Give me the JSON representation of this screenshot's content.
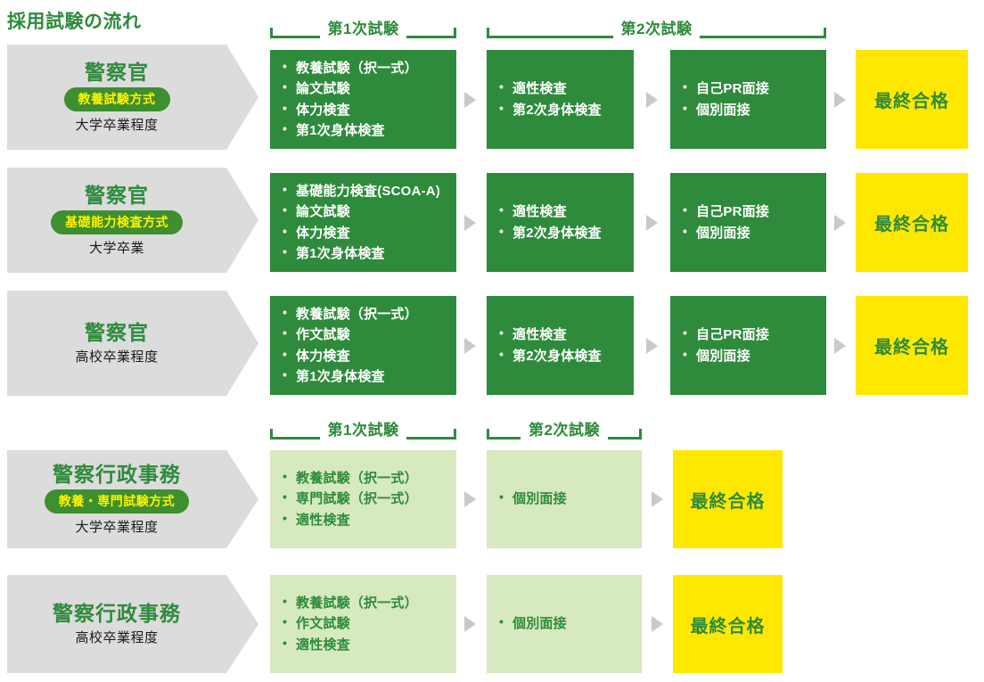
{
  "title": "採用試験の流れ",
  "colors": {
    "green": "#2e8b3c",
    "light_green": "#d6e9bf",
    "yellow": "#ffe800",
    "badge_green": "#3d8f2f",
    "badge_text": "#fff200",
    "gray": "#dcdcdc",
    "arrow_gray": "#c9c9c9"
  },
  "brackets": {
    "stage1": "第1次試験",
    "stage2": "第2次試験"
  },
  "final_label": "最終合格",
  "rows": [
    {
      "category": "警察官",
      "badge": "教養試験方式",
      "level": "大学卒業程度",
      "stage1": [
        "教養試験（択一式）",
        "論文試験",
        "体力検査",
        "第1次身体検査"
      ],
      "stage2a": [
        "適性検査",
        "第2次身体検査"
      ],
      "stage2b": [
        "自己PR面接",
        "個別面接"
      ],
      "final": "最終合格"
    },
    {
      "category": "警察官",
      "badge": "基礎能力検査方式",
      "level": "大学卒業",
      "stage1": [
        "基礎能力検査(SCOA-A)",
        "論文試験",
        "体力検査",
        "第1次身体検査"
      ],
      "stage2a": [
        "適性検査",
        "第2次身体検査"
      ],
      "stage2b": [
        "自己PR面接",
        "個別面接"
      ],
      "final": "最終合格"
    },
    {
      "category": "警察官",
      "badge": null,
      "level": "高校卒業程度",
      "stage1": [
        "教養試験（択一式）",
        "作文試験",
        "体力検査",
        "第1次身体検査"
      ],
      "stage2a": [
        "適性検査",
        "第2次身体検査"
      ],
      "stage2b": [
        "自己PR面接",
        "個別面接"
      ],
      "final": "最終合格"
    },
    {
      "category": "警察行政事務",
      "badge": "教養・専門試験方式",
      "level": "大学卒業程度",
      "stage1": [
        "教養試験（択一式）",
        "専門試験（択一式）",
        "適性検査"
      ],
      "stage2a": [
        "個別面接"
      ],
      "final": "最終合格"
    },
    {
      "category": "警察行政事務",
      "badge": null,
      "level": "高校卒業程度",
      "stage1": [
        "教養試験（択一式）",
        "作文試験",
        "適性検査"
      ],
      "stage2a": [
        "個別面接"
      ],
      "final": "最終合格"
    }
  ]
}
